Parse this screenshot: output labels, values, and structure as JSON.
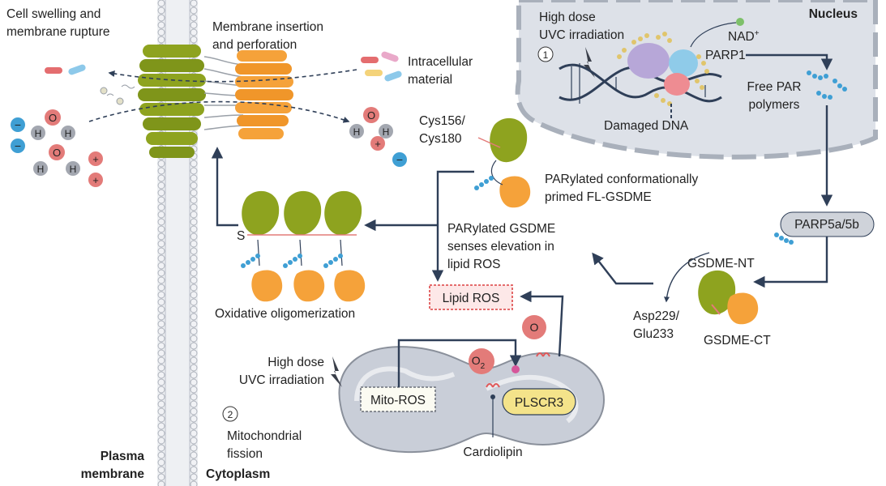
{
  "labels": {
    "cell_swelling": [
      "Cell swelling and",
      "membrane rupture"
    ],
    "membrane_insertion": [
      "Membrane insertion",
      "and perforation"
    ],
    "intracellular": [
      "Intracellular",
      "material"
    ],
    "nucleus": "Nucleus",
    "uvc_top": [
      "High dose",
      "UVC irradiation"
    ],
    "step1": "1",
    "nad": "NAD",
    "nad_sup": "+",
    "parp1": "PARP1",
    "damaged_dna": "Damaged DNA",
    "free_par": [
      "Free PAR",
      "polymers"
    ],
    "cys": [
      "Cys156/",
      "Cys180"
    ],
    "primed": [
      "PARylated conformationally",
      "primed FL-GSDME"
    ],
    "parp5": "PARP5a/5b",
    "senses": [
      "PARylated GSDME",
      "senses elevation in",
      "lipid ROS"
    ],
    "s_label": "S",
    "oligo": "Oxidative oligomerization",
    "lipid_ros": "Lipid ROS",
    "gsdme_nt": "GSDME-NT",
    "asp": [
      "Asp229/",
      "Glu233"
    ],
    "gsdme_ct": "GSDME-CT",
    "uvc_bottom": [
      "High dose",
      "UVC irradiation"
    ],
    "step2": "2",
    "fission": [
      "Mitochondrial",
      "fission"
    ],
    "mito_ros": "Mito-ROS",
    "o2": "O",
    "o2_sub": "2",
    "o_radical": "O",
    "plscr3": "PLSCR3",
    "cardiolipin": "Cardiolipin",
    "plasma": [
      "Plasma",
      "membrane"
    ],
    "cytoplasm": "Cytoplasm",
    "water_o": "O",
    "water_h": "H",
    "plus": "+",
    "minus": "−"
  },
  "colors": {
    "olive": "#8ea31f",
    "orange": "#f5a23a",
    "navy": "#2f3f58",
    "nucleus_fill": "#dde1e8",
    "mito_fill": "#c9ced8",
    "water_red": "#e37b79",
    "water_gray": "#a3a7b0",
    "ion_blue": "#3f9fd4",
    "lipid_ros_red": "#e0595a"
  }
}
